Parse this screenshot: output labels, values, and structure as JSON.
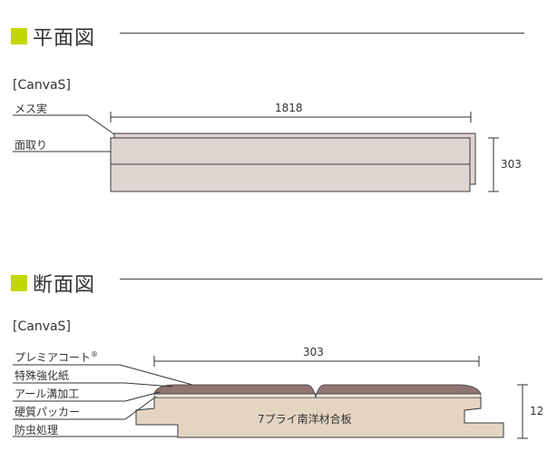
{
  "colors": {
    "accent": "#c4d600",
    "board": "#ded5d1",
    "board_stroke": "#3a3a3a",
    "plywood": "#e4d5c3",
    "print": "#8f7470"
  },
  "plan": {
    "title": "平面図",
    "product_tag": "[CanvaS]",
    "labels": {
      "female_tongue": "メス実",
      "chamfer": "面取り"
    },
    "dimensions": {
      "length": "1818",
      "width": "303"
    }
  },
  "section": {
    "title": "断面図",
    "product_tag": "[CanvaS]",
    "layers": [
      {
        "text": "プレミアコート",
        "mark": "®"
      },
      {
        "text": "特殊強化紙"
      },
      {
        "text": "アール溝加工"
      },
      {
        "text": "硬質パッカー"
      },
      {
        "text": "防虫処理"
      }
    ],
    "core_label": "7プライ南洋材合板",
    "dimensions": {
      "width": "303",
      "thickness": "12"
    }
  }
}
